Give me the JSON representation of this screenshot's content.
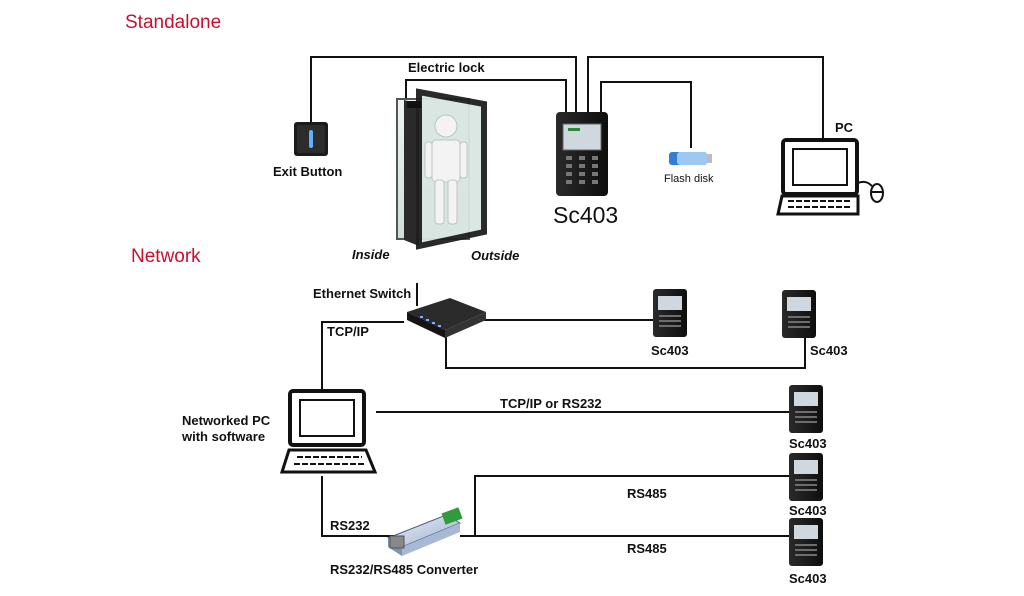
{
  "sections": {
    "standalone": "Standalone",
    "network": "Network"
  },
  "standalone": {
    "electric_lock": "Electric lock",
    "exit_button": "Exit Button",
    "inside": "Inside",
    "outside": "Outside",
    "device": "Sc403",
    "flash_disk": "Flash disk",
    "pc": "PC"
  },
  "network": {
    "ethernet_switch": "Ethernet Switch",
    "tcp_ip": "TCP/IP",
    "networked_pc_line1": "Networked PC",
    "networked_pc_line2": "with software",
    "tcp_ip_or_rs232": "TCP/IP or RS232",
    "rs485_a": "RS485",
    "rs485_b": "RS485",
    "rs232": "RS232",
    "converter": "RS232/RS485 Converter",
    "devices": [
      "Sc403",
      "Sc403",
      "Sc403",
      "Sc403",
      "Sc403"
    ]
  },
  "colors": {
    "section_title": "#c8102e",
    "wire": "#111111",
    "device_body": "#1a1a1a",
    "screen": "#d6dde3",
    "usb_blue": "#2f7fd6"
  },
  "icons": [
    "exit-button-icon",
    "door-icon",
    "person-icon",
    "access-terminal-icon",
    "flash-disk-icon",
    "pc-icon",
    "mouse-icon",
    "ethernet-switch-icon",
    "converter-icon"
  ]
}
